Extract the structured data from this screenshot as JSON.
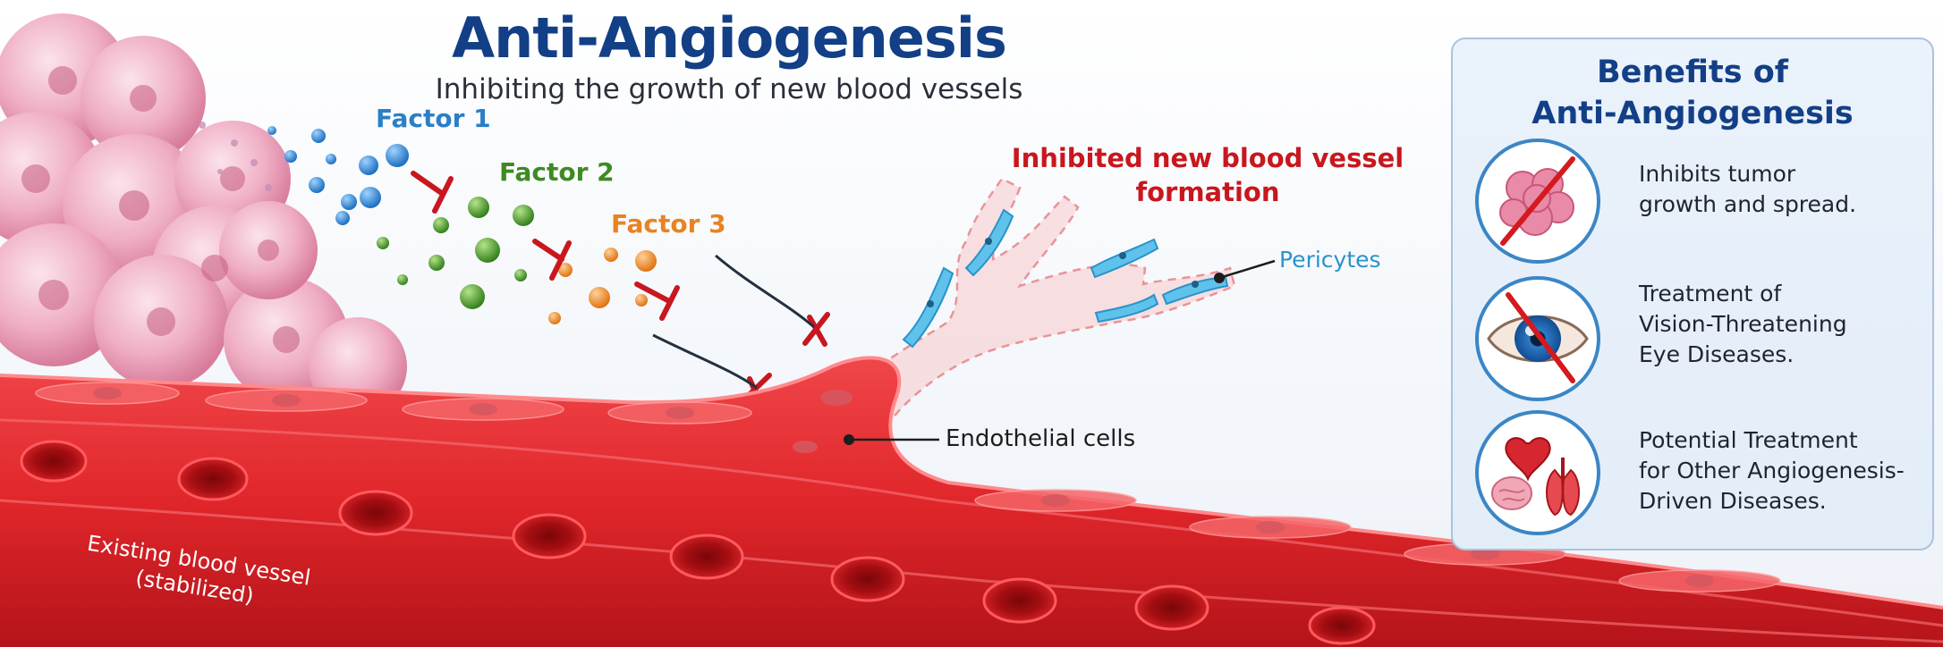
{
  "title": "Anti-Angiogenesis",
  "subtitle": "Inhibiting the growth of new blood vessels",
  "labels": {
    "factor1": "Factor 1",
    "factor2": "Factor 2",
    "factor3": "Factor 3",
    "inhibited_line1": "Inhibited new blood vessel",
    "inhibited_line2": "formation",
    "pericytes": "Pericytes",
    "endothelial": "Endothelial cells",
    "existing_line1": "Existing blood vessel",
    "existing_line2": "(stabilized)"
  },
  "benefits_panel": {
    "title_line1": "Benefits of",
    "title_line2": "Anti-Angiogenesis",
    "items": [
      {
        "icon": "tumor-crossed-icon",
        "lines": [
          "Inhibits tumor",
          "growth and spread."
        ]
      },
      {
        "icon": "eye-crossed-icon",
        "lines": [
          "Treatment of",
          "Vision-Threatening",
          "Eye Diseases."
        ]
      },
      {
        "icon": "organs-icon",
        "lines": [
          "Potential Treatment",
          "for Other Angiogenesis-",
          "Driven Diseases."
        ]
      }
    ]
  },
  "colors": {
    "title": "#123f86",
    "factor1": "#2a7fc6",
    "factor2": "#3d8a22",
    "factor3": "#e88322",
    "inhibitor": "#c8171e",
    "vessel": "#e0262a",
    "pericytes": "#2a93c9"
  }
}
